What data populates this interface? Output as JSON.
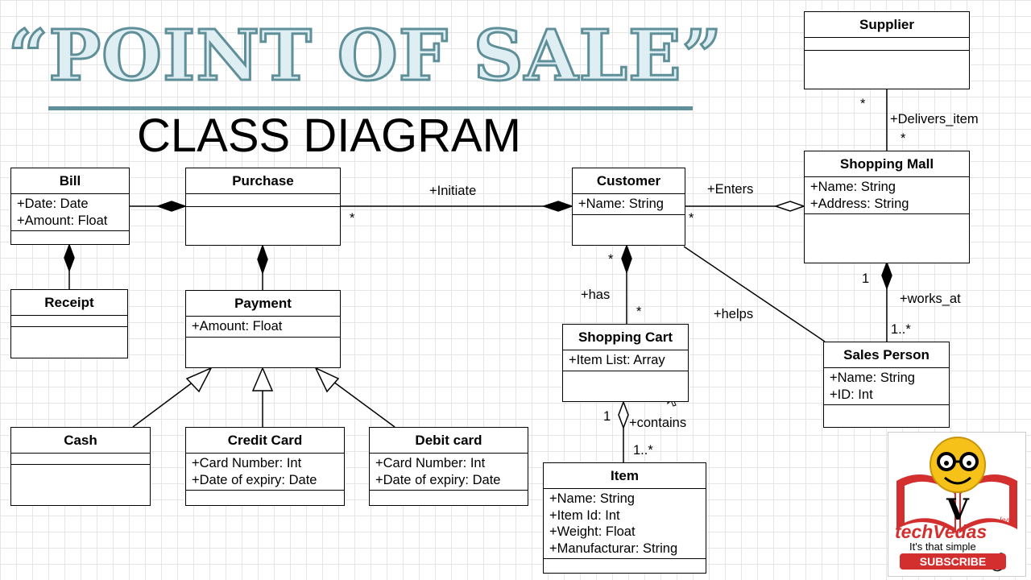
{
  "title": {
    "main": "“POINT OF SALE”",
    "sub": "CLASS DIAGRAM"
  },
  "classes": {
    "bill": {
      "name": "Bill",
      "attrs": [
        "+Date: Date",
        "+Amount: Float"
      ]
    },
    "purchase": {
      "name": "Purchase",
      "attrs": []
    },
    "receipt": {
      "name": "Receipt",
      "attrs": []
    },
    "payment": {
      "name": "Payment",
      "attrs": [
        "+Amount: Float"
      ]
    },
    "cash": {
      "name": "Cash",
      "attrs": []
    },
    "credit_card": {
      "name": "Credit Card",
      "attrs": [
        "+Card Number: Int",
        "+Date of expiry: Date"
      ]
    },
    "debit_card": {
      "name": "Debit card",
      "attrs": [
        "+Card Number: Int",
        "+Date of expiry: Date"
      ]
    },
    "customer": {
      "name": "Customer",
      "attrs": [
        "+Name: String"
      ]
    },
    "shopping_cart": {
      "name": "Shopping Cart",
      "attrs": [
        "+Item List: Array"
      ]
    },
    "item": {
      "name": "Item",
      "attrs": [
        "+Name: String",
        "+Item Id: Int",
        "+Weight: Float",
        "+Manufacturar: String"
      ]
    },
    "supplier": {
      "name": "Supplier",
      "attrs": []
    },
    "shopping_mall": {
      "name": "Shopping Mall",
      "attrs": [
        "+Name: String",
        "+Address: String"
      ]
    },
    "sales_person": {
      "name": "Sales Person",
      "attrs": [
        "+Name: String",
        "+ID: Int"
      ]
    }
  },
  "labels": {
    "initiate": "+Initiate",
    "star_purchase": "*",
    "enters": "+Enters",
    "star_customer": "*",
    "delivers_item": "+Delivers_item",
    "star_supplier": "*",
    "star_mall": "*",
    "has": "+has",
    "star_cust_has": "*",
    "star_cart": "*",
    "helps": "+helps",
    "one_mall": "1",
    "works_at": "+works_at",
    "one_many_sales": "1..*",
    "one_cart": "1",
    "contains": "+contains",
    "one_many_item": "1..*"
  },
  "logo": {
    "brand": "techVedas",
    "learn": "learn",
    "tagline": "It's that simple",
    "subscribe": "SUBSCRIBE"
  }
}
